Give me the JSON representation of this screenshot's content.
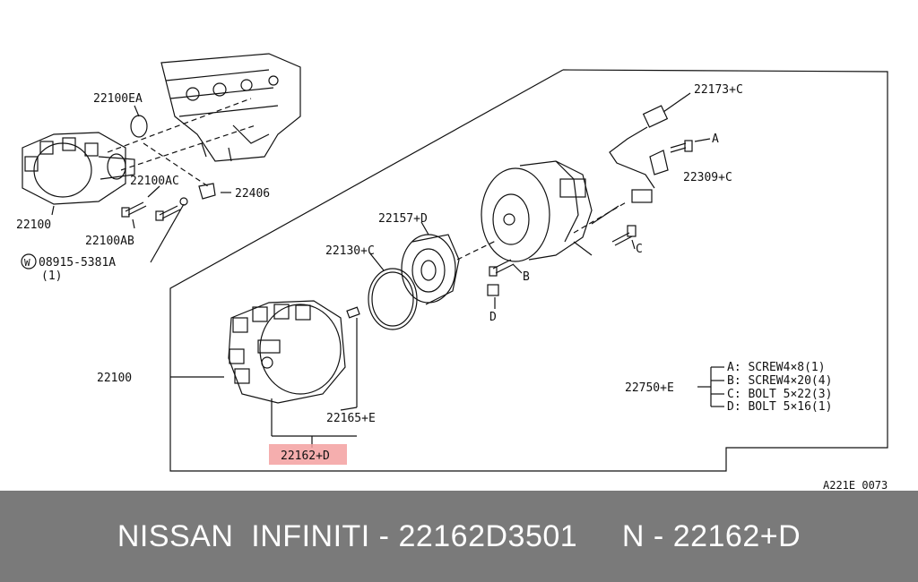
{
  "diagram": {
    "callouts": {
      "c22100EA": "22100EA",
      "c22100": "22100",
      "c22100AC": "22100AC",
      "c22406": "22406",
      "c22100AB": "22100AB",
      "washer_symbol": "W",
      "washer_part": "08915-5381A",
      "washer_qty": "(1)",
      "c22173C": "22173+C",
      "ref_A_top": "A",
      "c22309C": "22309+C",
      "c22157D": "22157+D",
      "c22130C": "22130+C",
      "ref_C": "C",
      "ref_B": "B",
      "ref_D": "D",
      "c22100_main": "22100",
      "c22165E": "22165+E",
      "c22162D": "22162+D",
      "c22750E": "22750+E"
    },
    "kit_items": [
      "A: SCREW4×8(1)",
      "B: SCREW4×20(4)",
      "C: BOLT 5×22(3)",
      "D: BOLT 5×16(1)"
    ],
    "figure_code": "A221E 0073",
    "highlight_color": "#f3a0a0"
  },
  "footer": {
    "text": "NISSAN  INFINITI - 22162D3501     N - 22162+D",
    "background": "#7a7a7a"
  }
}
